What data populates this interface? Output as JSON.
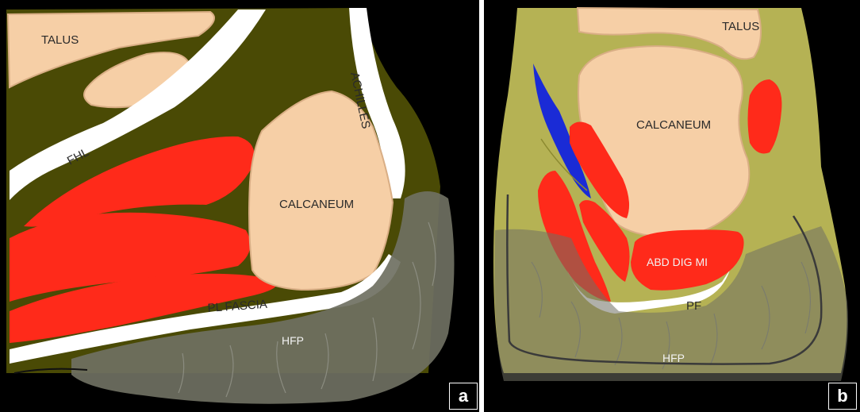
{
  "panel_a": {
    "panel_label": "a",
    "labels": {
      "talus": "TALUS",
      "achilles": "ACHILLES",
      "fhl": "FHL",
      "calcaneum": "CALCANEUM",
      "pl_fascia": "PL FASCIA",
      "hfp": "HFP"
    }
  },
  "panel_b": {
    "panel_label": "b",
    "labels": {
      "talus": "TALUS",
      "calcaneum": "CALCANEUM",
      "abd_dig_mi": "ABD DIG MI",
      "pf": "PF",
      "hfp": "HFP"
    }
  },
  "colors": {
    "background": "#000000",
    "muscle": "#ff2a1a",
    "bone": "#f6cfa6",
    "tendon": "#ffffff",
    "fat_pad": "#6f7062",
    "soft_tissue_a": "#4a4a05",
    "soft_tissue_b": "#b5b254",
    "vessel": "#1a2bd6"
  }
}
